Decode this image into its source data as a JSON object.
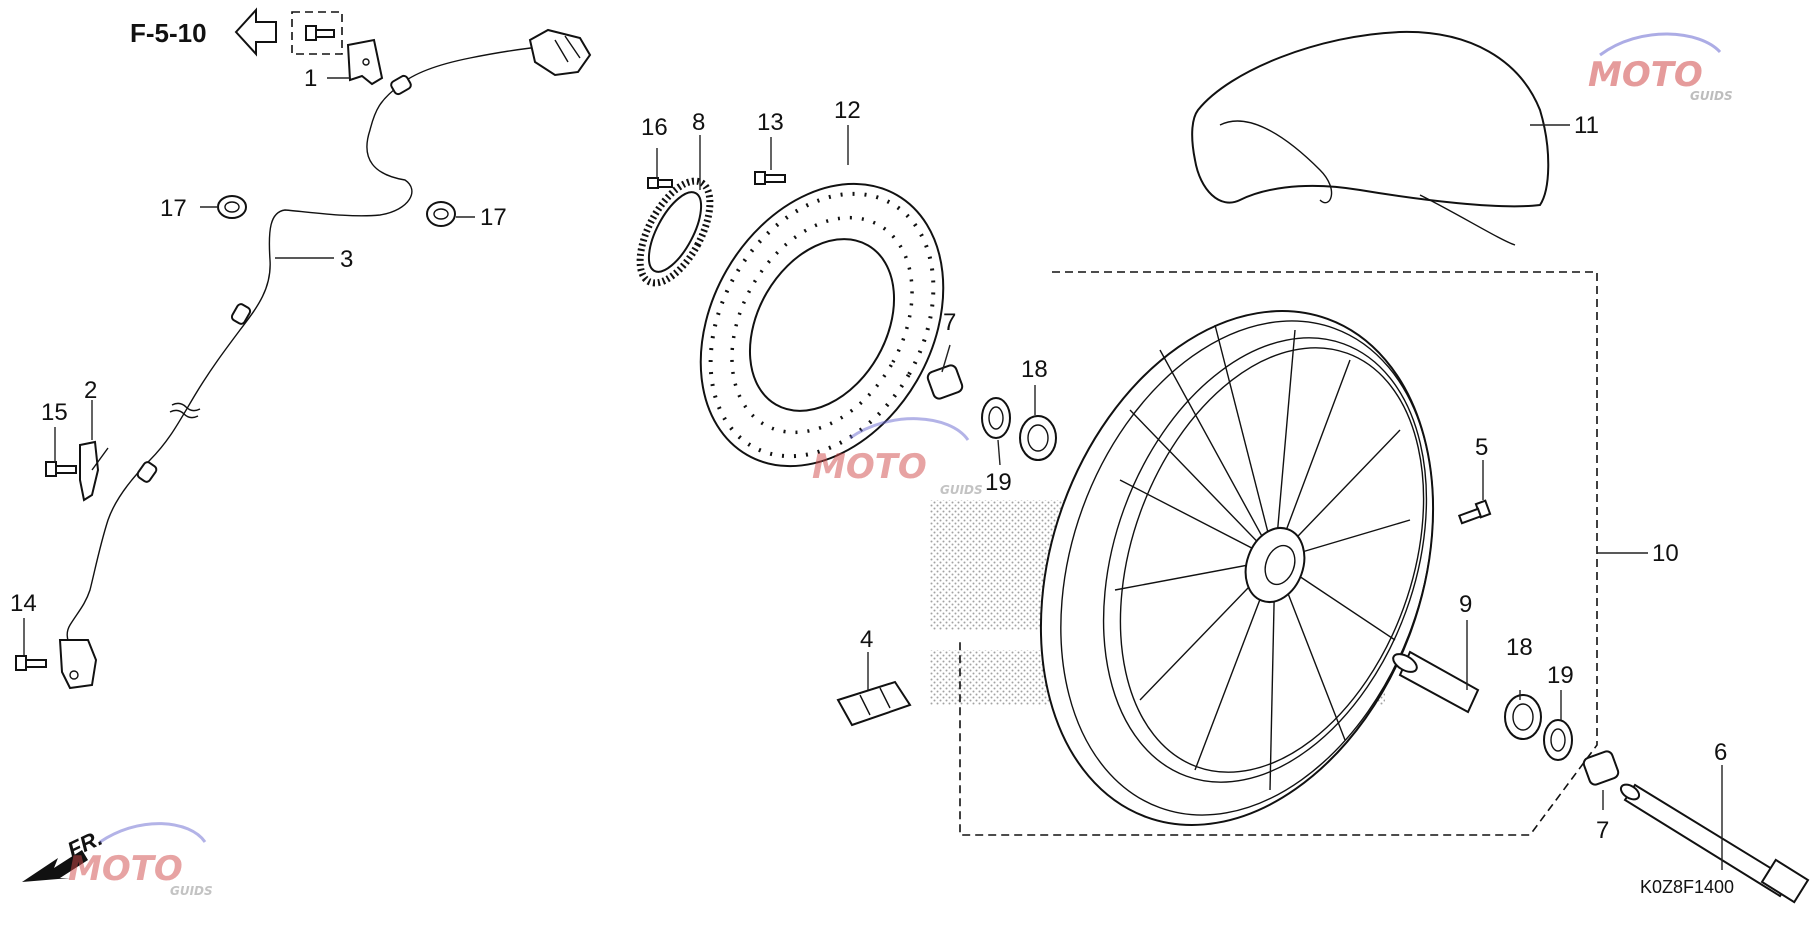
{
  "reference": {
    "label": "F-5-10"
  },
  "diagram_code": "K0Z8F1400",
  "direction_label": "FR.",
  "watermark": {
    "text": "MOTO",
    "subtext": "GUIDS"
  },
  "callouts": [
    {
      "id": "c1",
      "text": "1"
    },
    {
      "id": "c2",
      "text": "2"
    },
    {
      "id": "c3",
      "text": "3"
    },
    {
      "id": "c4",
      "text": "4"
    },
    {
      "id": "c5",
      "text": "5"
    },
    {
      "id": "c6",
      "text": "6"
    },
    {
      "id": "c7a",
      "text": "7"
    },
    {
      "id": "c7b",
      "text": "7"
    },
    {
      "id": "c8",
      "text": "8"
    },
    {
      "id": "c9",
      "text": "9"
    },
    {
      "id": "c10",
      "text": "10"
    },
    {
      "id": "c11",
      "text": "11"
    },
    {
      "id": "c12",
      "text": "12"
    },
    {
      "id": "c13",
      "text": "13"
    },
    {
      "id": "c14",
      "text": "14"
    },
    {
      "id": "c15",
      "text": "15"
    },
    {
      "id": "c16",
      "text": "16"
    },
    {
      "id": "c17a",
      "text": "17"
    },
    {
      "id": "c17b",
      "text": "17"
    },
    {
      "id": "c18a",
      "text": "18"
    },
    {
      "id": "c18b",
      "text": "18"
    },
    {
      "id": "c19a",
      "text": "19"
    },
    {
      "id": "c19b",
      "text": "19"
    }
  ]
}
